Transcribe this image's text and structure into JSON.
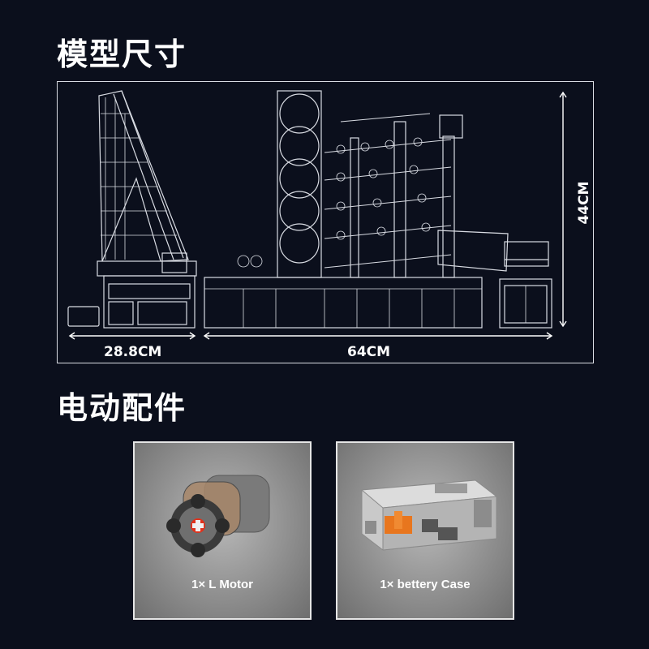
{
  "sections": {
    "dimensions_title": "模型尺寸",
    "parts_title": "电动配件"
  },
  "dimensions": {
    "side_width": "28.8CM",
    "front_width": "64CM",
    "height": "44CM"
  },
  "parts": [
    {
      "label": "1× L Motor",
      "icon": "motor-icon"
    },
    {
      "label": "1× bettery Case",
      "icon": "battery-case-icon"
    }
  ],
  "colors": {
    "background": "#0b0f1c",
    "line": "#d9dce3",
    "accent_orange": "#e8761e",
    "accent_red": "#e0321c"
  }
}
